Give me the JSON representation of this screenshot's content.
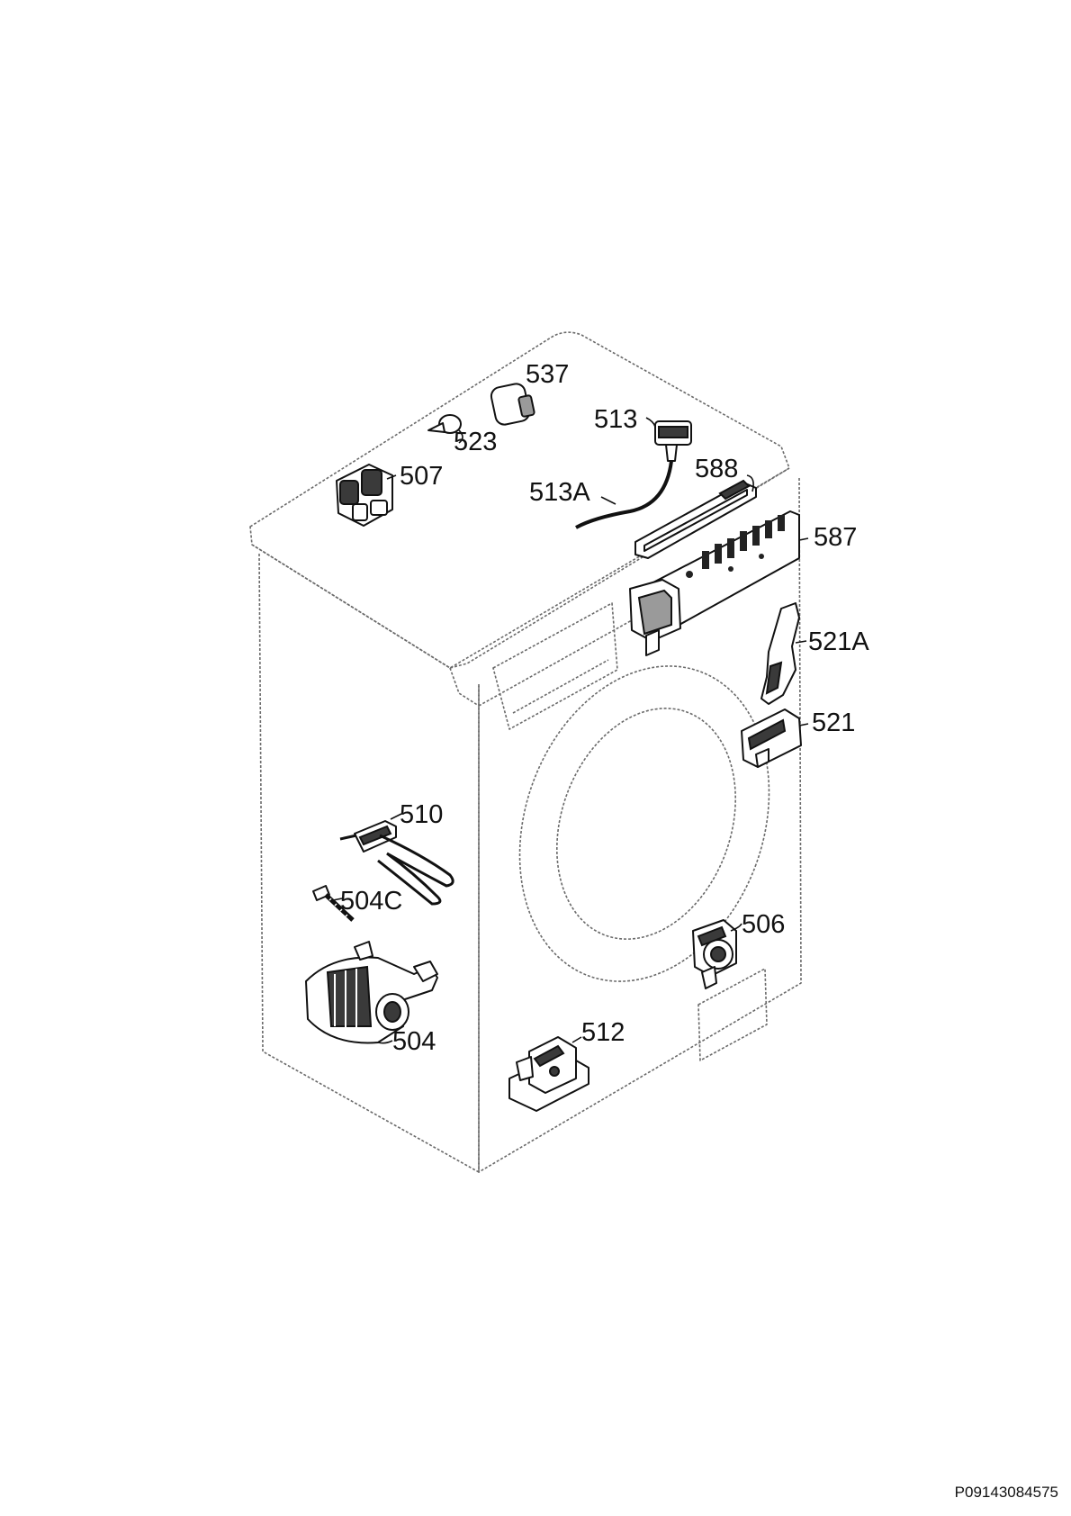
{
  "callouts": {
    "c537": "537",
    "c523": "523",
    "c513": "513",
    "c507": "507",
    "c588": "588",
    "c513a": "513A",
    "c587": "587",
    "c521a": "521A",
    "c521": "521",
    "c510": "510",
    "c504c": "504C",
    "c506": "506",
    "c504": "504",
    "c512": "512"
  },
  "drawing_code": "P09143084575"
}
